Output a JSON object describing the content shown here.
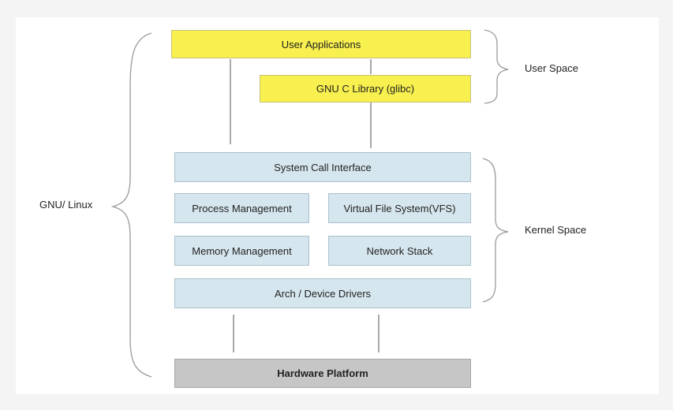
{
  "diagram": {
    "user_space": {
      "label": "User Space",
      "user_applications": "User Applications",
      "glibc": "GNU C Library (glibc)"
    },
    "kernel_space": {
      "label": "Kernel Space",
      "system_call_interface": "System Call Interface",
      "process_management": "Process Management",
      "virtual_file_system": "Virtual File System(VFS)",
      "memory_management": "Memory Management",
      "network_stack": "Network Stack",
      "arch_device_drivers": "Arch / Device Drivers"
    },
    "hardware_platform": "Hardware Platform",
    "gnu_linux_label": "GNU/ Linux"
  },
  "colors": {
    "user_box": "#f8f04e",
    "kernel_box": "#d6e6ee",
    "hardware_box": "#c6c6c6",
    "brace": "#9a9a9a",
    "connector": "#707070"
  }
}
